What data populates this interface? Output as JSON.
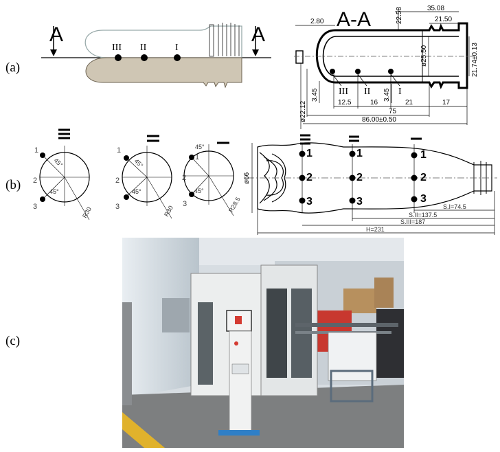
{
  "panels": {
    "a": "(a)",
    "b": "(b)",
    "c": "(c)"
  },
  "section_a": {
    "marker": "A",
    "section_title": "A-A",
    "zones": [
      "III",
      "II",
      "I"
    ],
    "dims": {
      "d_2_80": "2.80",
      "d_22_58": "22.58",
      "d_35_08": "35.08",
      "d_21_50": "21.50",
      "d_25_50": "ø25.50",
      "d_21_74": "21.74±0.13",
      "d_22_12": "ø22.12",
      "d_3_45_l": "3.45",
      "d_3_45_r": "3.45",
      "d_12_5": "12.5",
      "d_16": "16",
      "d_21": "21",
      "d_17": "17",
      "d_75": "75",
      "d_86": "86.00±0.50"
    }
  },
  "section_b": {
    "circles": [
      {
        "zone": "III",
        "angle_top": "45°",
        "angle_bottom": "45°",
        "radius": "R30"
      },
      {
        "zone": "II",
        "angle_top": "45°",
        "angle_bottom": "45°",
        "radius": "R30"
      },
      {
        "zone": "I",
        "angle_top": "45°",
        "angle_bottom": "45°",
        "radius": "R28.5"
      }
    ],
    "points": [
      "1",
      "2",
      "3"
    ],
    "diameter": "ø66",
    "distances": {
      "s1": "S.I=74.5",
      "s2": "S.II=137.5",
      "s3": "S.III=187",
      "h": "H=231"
    }
  },
  "colors": {
    "preform_fill": "#cfc6b4",
    "line": "#000000",
    "photo_floor": "#7d7f80"
  }
}
